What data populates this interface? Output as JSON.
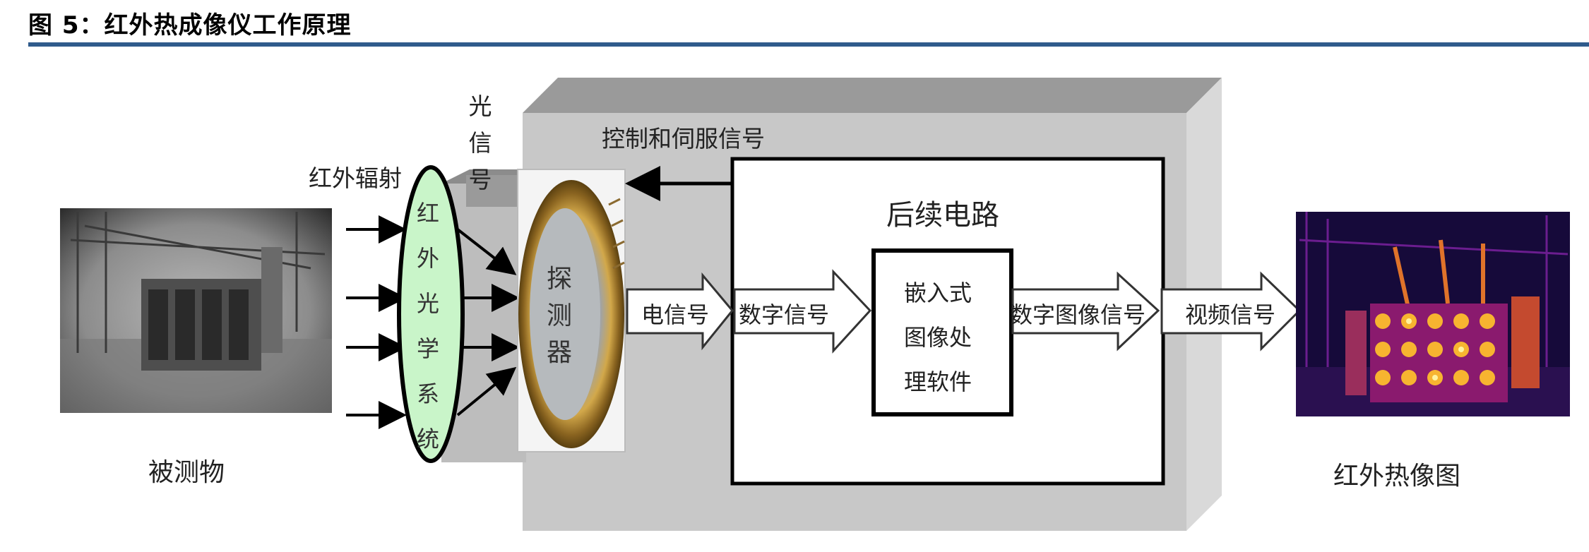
{
  "header": {
    "title": "图 5：红外热成像仪工作原理"
  },
  "diagram": {
    "control_signal": "控制和伺服信号",
    "ir_radiation": "红外辐射",
    "optical_signal": "光信号",
    "optical_system": "红外光学系统",
    "detector": "探测器",
    "backend_circuit": "后续电路",
    "electrical_signal": "电信号",
    "digital_signal": "数字信号",
    "embedded_software_line1": "嵌入式",
    "embedded_software_line2": "图像处",
    "embedded_software_line3": "理软件",
    "digital_image_signal": "数字图像信号",
    "video_signal": "视频信号",
    "object_caption": "被测物",
    "thermal_caption": "红外热像图"
  },
  "colors": {
    "rule": "#2f5b8c",
    "lens": "#c9f5c9",
    "box_gray": "#c8c8c8",
    "box_top": "#9a9a9a",
    "box_side": "#d9d9d9"
  }
}
